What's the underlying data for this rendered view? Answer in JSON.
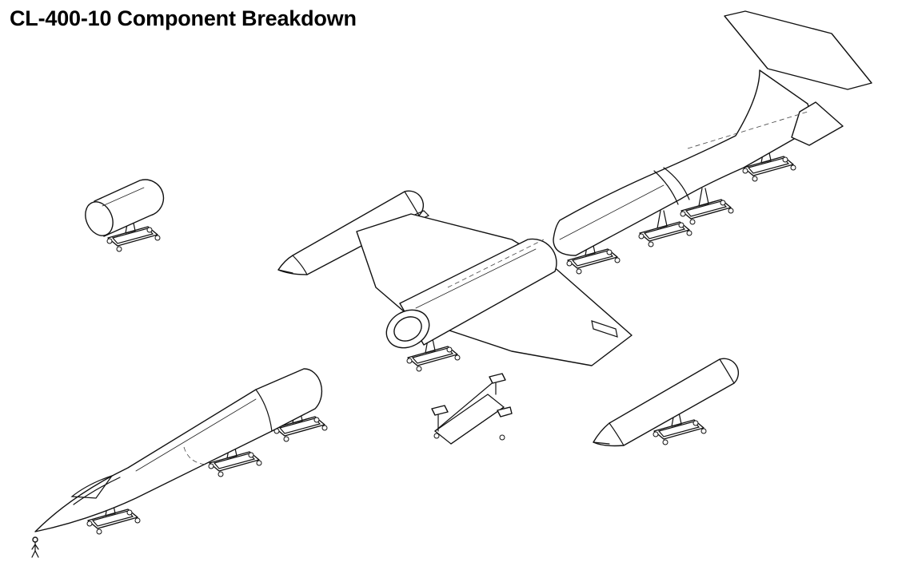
{
  "title": "CL-400-10 Component Breakdown",
  "colors": {
    "ink": "#111111",
    "background": "#ffffff"
  },
  "components": [
    {
      "name": "small-tank"
    },
    {
      "name": "left-wing-engine-nacelle"
    },
    {
      "name": "center-wing-section"
    },
    {
      "name": "aft-fuselage-tail"
    },
    {
      "name": "forward-fuselage-nose"
    },
    {
      "name": "empty-stand"
    },
    {
      "name": "right-wing-engine-nacelle"
    },
    {
      "name": "scale-figure"
    }
  ]
}
